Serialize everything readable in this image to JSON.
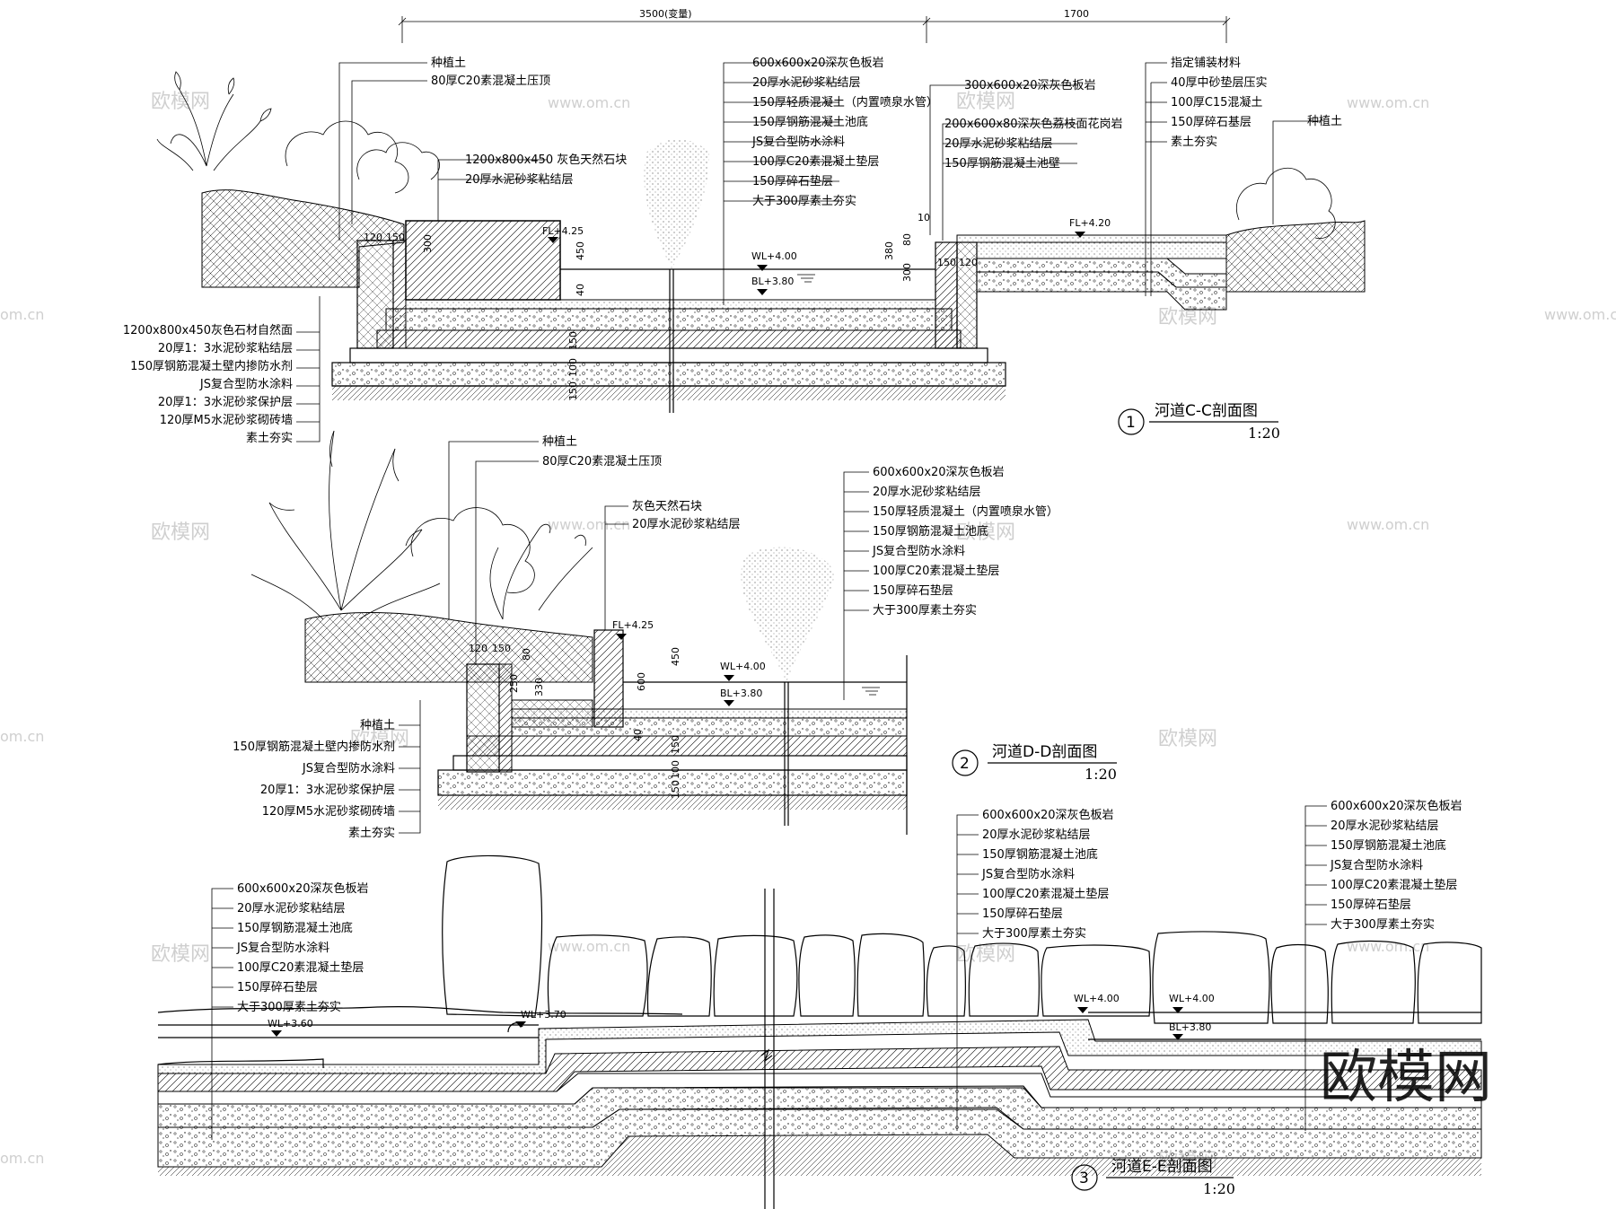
{
  "dimensions": {
    "span1": "3500(变量)",
    "span2": "1700"
  },
  "sectionCC": {
    "title": "河道C-C剖面图",
    "number": "1",
    "scale": "1:20",
    "topLeft": [
      "种植土",
      "80厚C20素混凝土压顶"
    ],
    "stone": [
      "1200x800x450 灰色天然石块",
      "20厚水泥砂浆粘结层"
    ],
    "middle": [
      "600x600x20深灰色板岩",
      "20厚水泥砂浆粘结层",
      "150厚轻质混凝土（内置喷泉水管）",
      "150厚钢筋混凝土池底",
      "JS复合型防水涂料",
      "100厚C20素混凝土垫层",
      "150厚碎石垫层",
      "大于300厚素土夯实"
    ],
    "edge": [
      "300x600x20深灰色板岩",
      "200x600x80深灰色荔枝面花岗岩",
      "20厚水泥砂浆粘结层",
      "150厚钢筋混凝土池壁"
    ],
    "paving": [
      "指定铺装材料",
      "40厚中砂垫层压实",
      "100厚C15混凝土",
      "150厚碎石基层",
      "素土夯实"
    ],
    "rightSoil": "种植土",
    "leftWall": [
      "1200x800x450灰色石材自然面",
      "20厚1：3水泥砂浆粘结层",
      "150厚钢筋混凝土壁内掺防水剂",
      "JS复合型防水涂料",
      "20厚1：3水泥砂浆保护层",
      "120厚M5水泥砂浆砌砖墙",
      "素土夯实"
    ],
    "levels": {
      "fl1": "FL+4.25",
      "wl": "WL+4.00",
      "bl": "BL+3.80",
      "fl2": "FL+4.20"
    },
    "dims": [
      "120",
      "150",
      "300",
      "450",
      "40",
      "150",
      "100",
      "150",
      "10",
      "80",
      "300",
      "380",
      "150",
      "120"
    ]
  },
  "sectionDD": {
    "title": "河道D-D剖面图",
    "number": "2",
    "scale": "1:20",
    "topLeft": [
      "种植土",
      "80厚C20素混凝土压顶"
    ],
    "stone": [
      "灰色天然石块",
      "20厚水泥砂浆粘结层"
    ],
    "right": [
      "600x600x20深灰色板岩",
      "20厚水泥砂浆粘结层",
      "150厚轻质混凝土（内置喷泉水管）",
      "150厚钢筋混凝土池底",
      "JS复合型防水涂料",
      "100厚C20素混凝土垫层",
      "150厚碎石垫层",
      "大于300厚素土夯实"
    ],
    "leftWall": [
      "种植土",
      "150厚钢筋混凝土壁内掺防水剂",
      "JS复合型防水涂料",
      "20厚1：3水泥砂浆保护层",
      "120厚M5水泥砂浆砌砖墙",
      "素土夯实"
    ],
    "levels": {
      "fl": "FL+4.25",
      "wl": "WL+4.00",
      "bl": "BL+3.80"
    },
    "dims": [
      "120",
      "150",
      "80",
      "250",
      "330",
      "600",
      "450",
      "40",
      "150",
      "100",
      "150"
    ]
  },
  "sectionEE": {
    "title": "河道E-E剖面图",
    "number": "3",
    "scale": "1:20",
    "left": [
      "600x600x20深灰色板岩",
      "20厚水泥砂浆粘结层",
      "150厚钢筋混凝土池底",
      "JS复合型防水涂料",
      "100厚C20素混凝土垫层",
      "150厚碎石垫层",
      "大于300厚素土夯实"
    ],
    "middle": [
      "600x600x20深灰色板岩",
      "20厚水泥砂浆粘结层",
      "150厚钢筋混凝土池底",
      "JS复合型防水涂料",
      "100厚C20素混凝土垫层",
      "150厚碎石垫层",
      "大于300厚素土夯实"
    ],
    "right": [
      "600x600x20深灰色板岩",
      "20厚水泥砂浆粘结层",
      "150厚钢筋混凝土池底",
      "JS复合型防水涂料",
      "100厚C20素混凝土垫层",
      "150厚碎石垫层",
      "大于300厚素土夯实"
    ],
    "levels": {
      "wl1": "WL+3.60",
      "wl2": "WL+3.70",
      "wl3": "WL+4.00",
      "wl4": "WL+4.00",
      "bl": "BL+3.80"
    }
  },
  "watermark": {
    "text": "欧模网",
    "url": "www.om.cn",
    "frag": "om.cn"
  }
}
